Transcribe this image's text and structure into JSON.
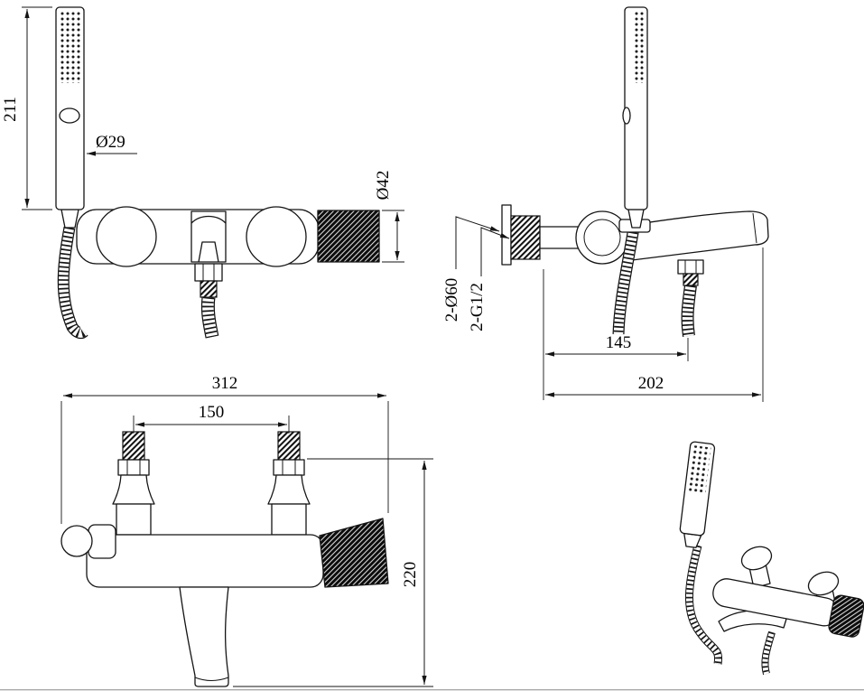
{
  "front_view": {
    "overall_height": "211",
    "handshower_dia": "Ø29",
    "body_end_dia": "Ø42"
  },
  "side_view": {
    "flange_dia": "2-Ø60",
    "thread_size": "2-G1/2",
    "wall_to_hose": "145",
    "overall_depth": "202"
  },
  "plan_view": {
    "overall_width": "312",
    "inlet_centers": "150",
    "overall_height": "220"
  }
}
